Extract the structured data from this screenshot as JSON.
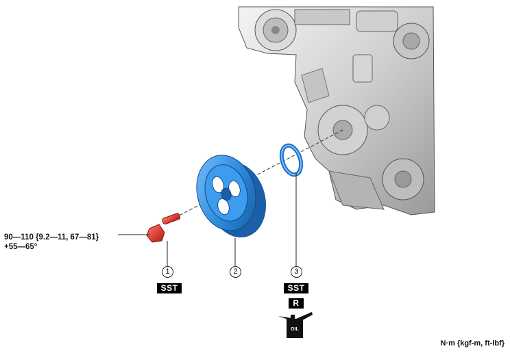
{
  "torque_spec": {
    "line1": "90—110 {9.2—11, 67—81}",
    "line2": "+55—65°"
  },
  "units_note": "N·m {kgf-m, ft-lbf}",
  "parts": [
    {
      "number": "1",
      "name": "crankshaft-pulley-bolt",
      "color": "#e8281e"
    },
    {
      "number": "2",
      "name": "crankshaft-pulley",
      "color": "#2f8fe0"
    },
    {
      "number": "3",
      "name": "oil-seal",
      "color": "#2f8fe0"
    }
  ],
  "labels": {
    "sst_1": "SST",
    "sst_3": "SST",
    "replace": "R",
    "oil": "OIL"
  }
}
